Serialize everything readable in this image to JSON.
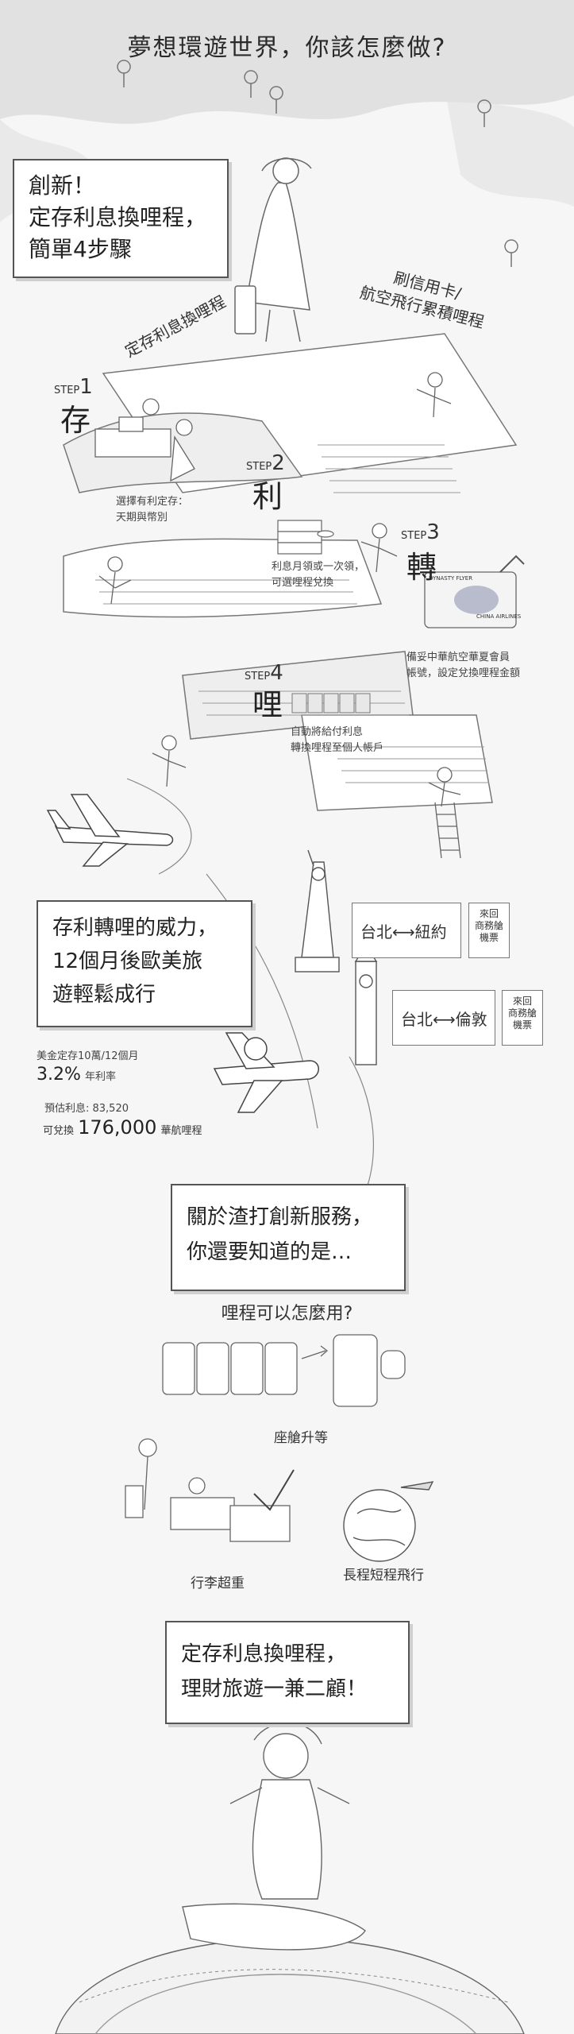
{
  "header": {
    "title": "夢想環遊世界，你該怎麼做?"
  },
  "intro": {
    "lines": [
      "創新！",
      "定存利息換哩程，",
      "簡單4步驟"
    ]
  },
  "signs": {
    "left": "定存利息換哩程",
    "right_lines": [
      "刷信用卡/",
      "航空飛行累積哩程"
    ]
  },
  "steps": [
    {
      "prefix": "STEP",
      "number": "1",
      "char": "存",
      "desc": [
        "選擇有利定存：",
        "天期與幣別"
      ]
    },
    {
      "prefix": "STEP",
      "number": "2",
      "char": "利",
      "desc": [
        "利息月領或一次領，",
        "可選哩程兌換"
      ]
    },
    {
      "prefix": "STEP",
      "number": "3",
      "char": "轉",
      "desc": [
        "備妥中華航空華夏會員",
        "帳號，設定兌換哩程金額"
      ]
    },
    {
      "prefix": "STEP",
      "number": "4",
      "char": "哩",
      "desc": [
        "自動將給付利息",
        "轉換哩程至個人帳戶"
      ]
    }
  ],
  "card_text": {
    "title": "DYNASTY FLYER",
    "line": "CHINA AIRLINES"
  },
  "power_section": {
    "lines": [
      "存利轉哩的威力，",
      "12個月後歐美旅",
      "遊輕鬆成行"
    ],
    "deposit_label": "美金定存10萬/12個月",
    "rate_value": "3.2%",
    "rate_label": "年利率",
    "interest_line": "預估利息: 83,520",
    "redeem_prefix": "可兌換",
    "miles_value": "176,000",
    "miles_suffix": "華航哩程"
  },
  "routes": [
    {
      "route": "台北⟷紐約",
      "note": [
        "來回",
        "商務艙",
        "機票"
      ]
    },
    {
      "route": "台北⟷倫敦",
      "note": [
        "來回",
        "商務艙",
        "機票"
      ]
    }
  ],
  "about_section": {
    "lines": [
      "關於渣打創新服務，",
      "你還要知道的是…"
    ],
    "question": "哩程可以怎麼用?",
    "uses": [
      "座艙升等",
      "行李超重",
      "長程短程飛行"
    ]
  },
  "closing": {
    "lines": [
      "定存利息換哩程，",
      "理財旅遊一兼二顧！"
    ]
  }
}
